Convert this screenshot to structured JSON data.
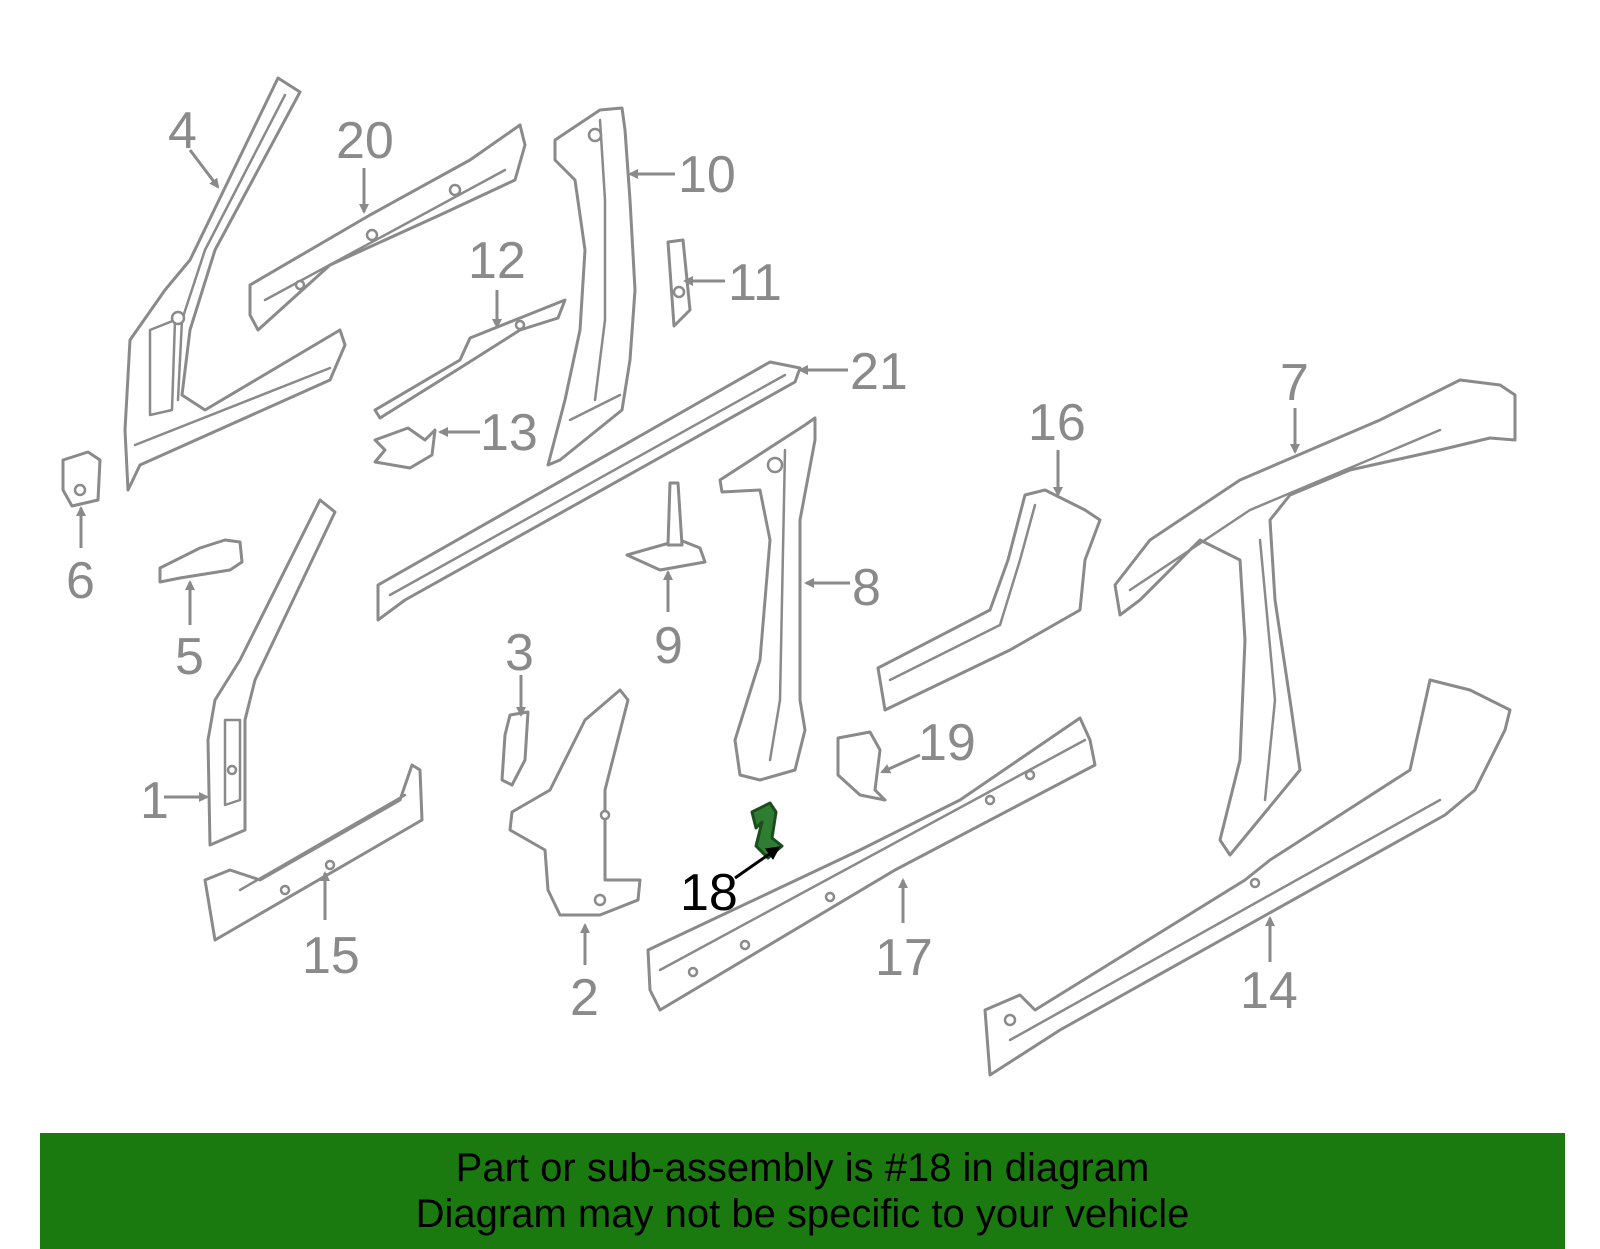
{
  "diagram": {
    "callouts": [
      {
        "label": "1"
      },
      {
        "label": "2"
      },
      {
        "label": "3"
      },
      {
        "label": "4"
      },
      {
        "label": "5"
      },
      {
        "label": "6"
      },
      {
        "label": "7"
      },
      {
        "label": "8"
      },
      {
        "label": "9"
      },
      {
        "label": "10"
      },
      {
        "label": "11"
      },
      {
        "label": "12"
      },
      {
        "label": "13"
      },
      {
        "label": "14"
      },
      {
        "label": "15"
      },
      {
        "label": "16"
      },
      {
        "label": "17"
      },
      {
        "label": "18"
      },
      {
        "label": "19"
      },
      {
        "label": "20"
      },
      {
        "label": "21"
      }
    ],
    "highlighted_part": "18",
    "highlight_color": "#2e7d32",
    "line_color": "#8a8a8a"
  },
  "banner": {
    "line1": "Part or sub-assembly is #18 in diagram",
    "line2": "Diagram may not be specific to your vehicle",
    "background": "#1a7a10"
  }
}
